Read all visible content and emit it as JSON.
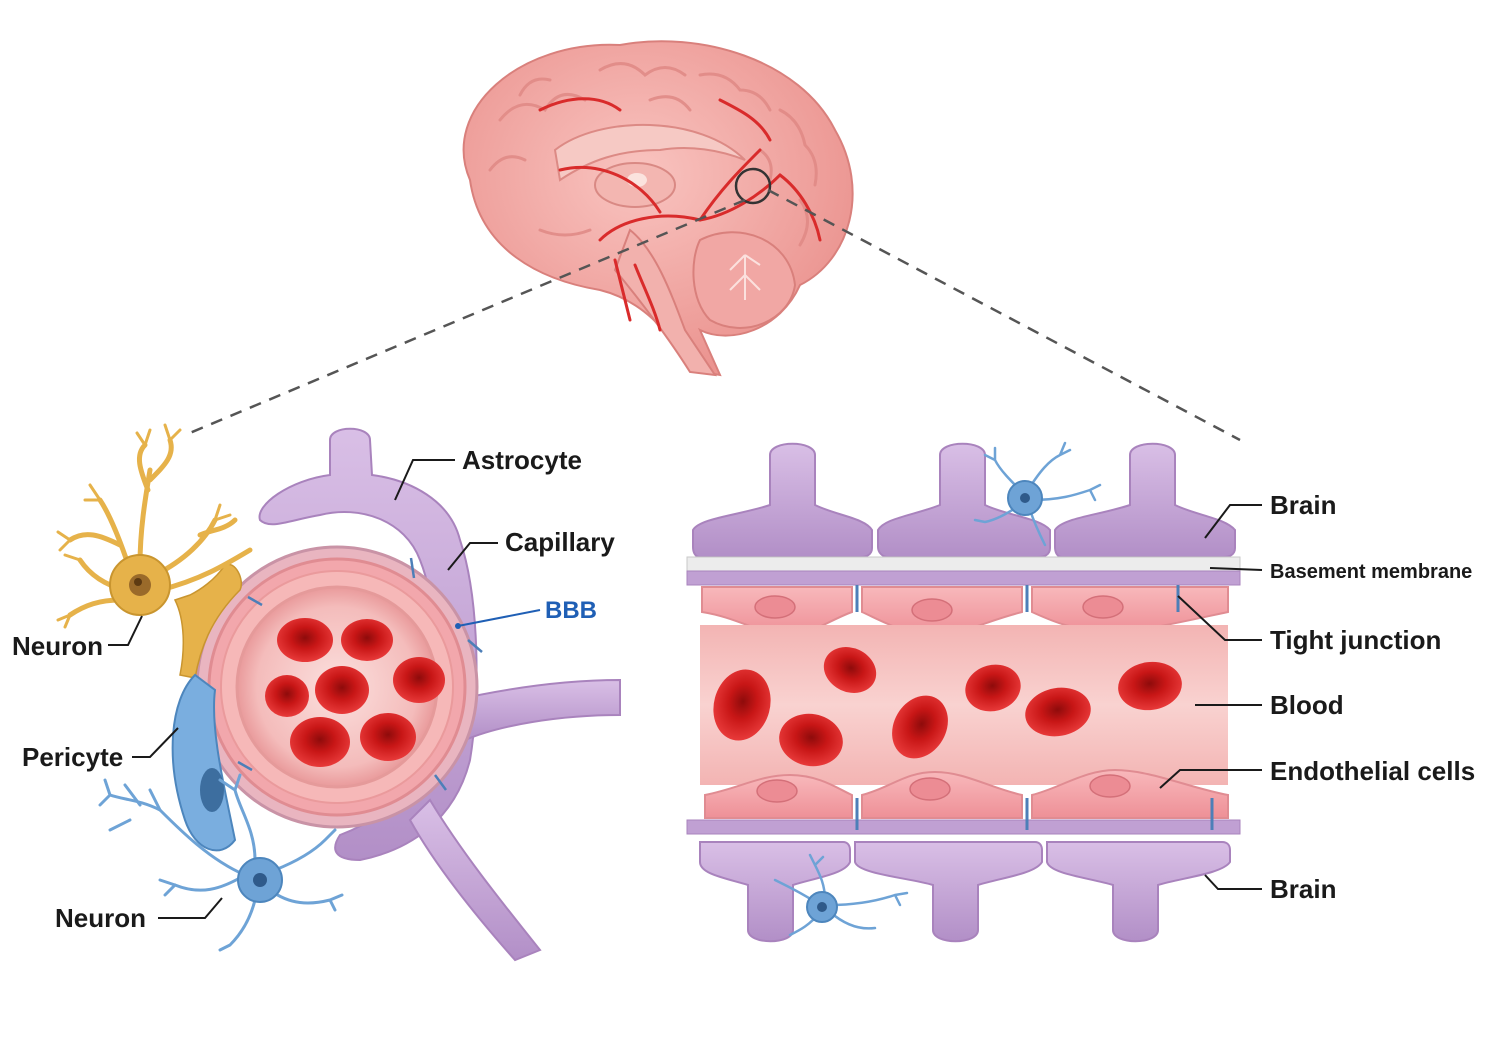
{
  "labels": {
    "astrocyte": "Astrocyte",
    "capillary": "Capillary",
    "bbb": "BBB",
    "neuron_left_top": "Neuron",
    "pericyte": "Pericyte",
    "neuron_left_bottom": "Neuron",
    "brain_top": "Brain",
    "basement_membrane": "Basement membrane",
    "tight_junction": "Tight junction",
    "blood": "Blood",
    "endothelial_cells": "Endothelial cells",
    "brain_bottom": "Brain"
  },
  "colors": {
    "brain": "#f2a3a0",
    "brain_dark": "#e07c7a",
    "artery": "#d92b2b",
    "astrocyte": "#c9a6d8",
    "astrocyte_dark": "#a983bd",
    "rbc": "#d81f1f",
    "rbc_dark": "#a80f0f",
    "endothelial": "#f5a9ad",
    "lumen": "#f7c6c4",
    "neuron_yellow": "#e6b24a",
    "neuron_blue": "#6ea3d6",
    "junction": "#4d7fb8",
    "bbb_blue": "#1f5fb5"
  }
}
